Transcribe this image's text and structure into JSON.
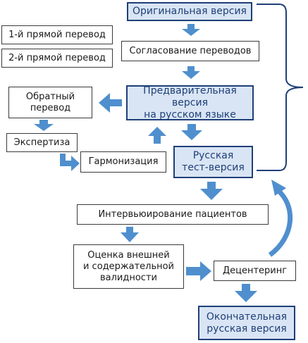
{
  "boxes": {
    "original": "Оригинальная версия",
    "forward1": "1-й прямой перевод",
    "forward2": "2-й прямой перевод",
    "reconciliation": "Согласование переводов",
    "back_translation": "Обратный\nперевод",
    "preliminary": "Предварительная версия\nна русском языке",
    "expertise": "Экспертиза",
    "harmonization": "Гармонизация",
    "russian_test": "Русская\nтест-версия",
    "interviewing": "Интервьюирование пациентов",
    "validity": "Оценка внешней\nи содержательной\nвалидности",
    "decentering": "Децентеринг",
    "final": "Окончательная\nрусская версия"
  },
  "colors": {
    "arrow": "#4f8fce",
    "accent_border": "#1f3f78",
    "accent_fill": "#d9e5f4"
  }
}
